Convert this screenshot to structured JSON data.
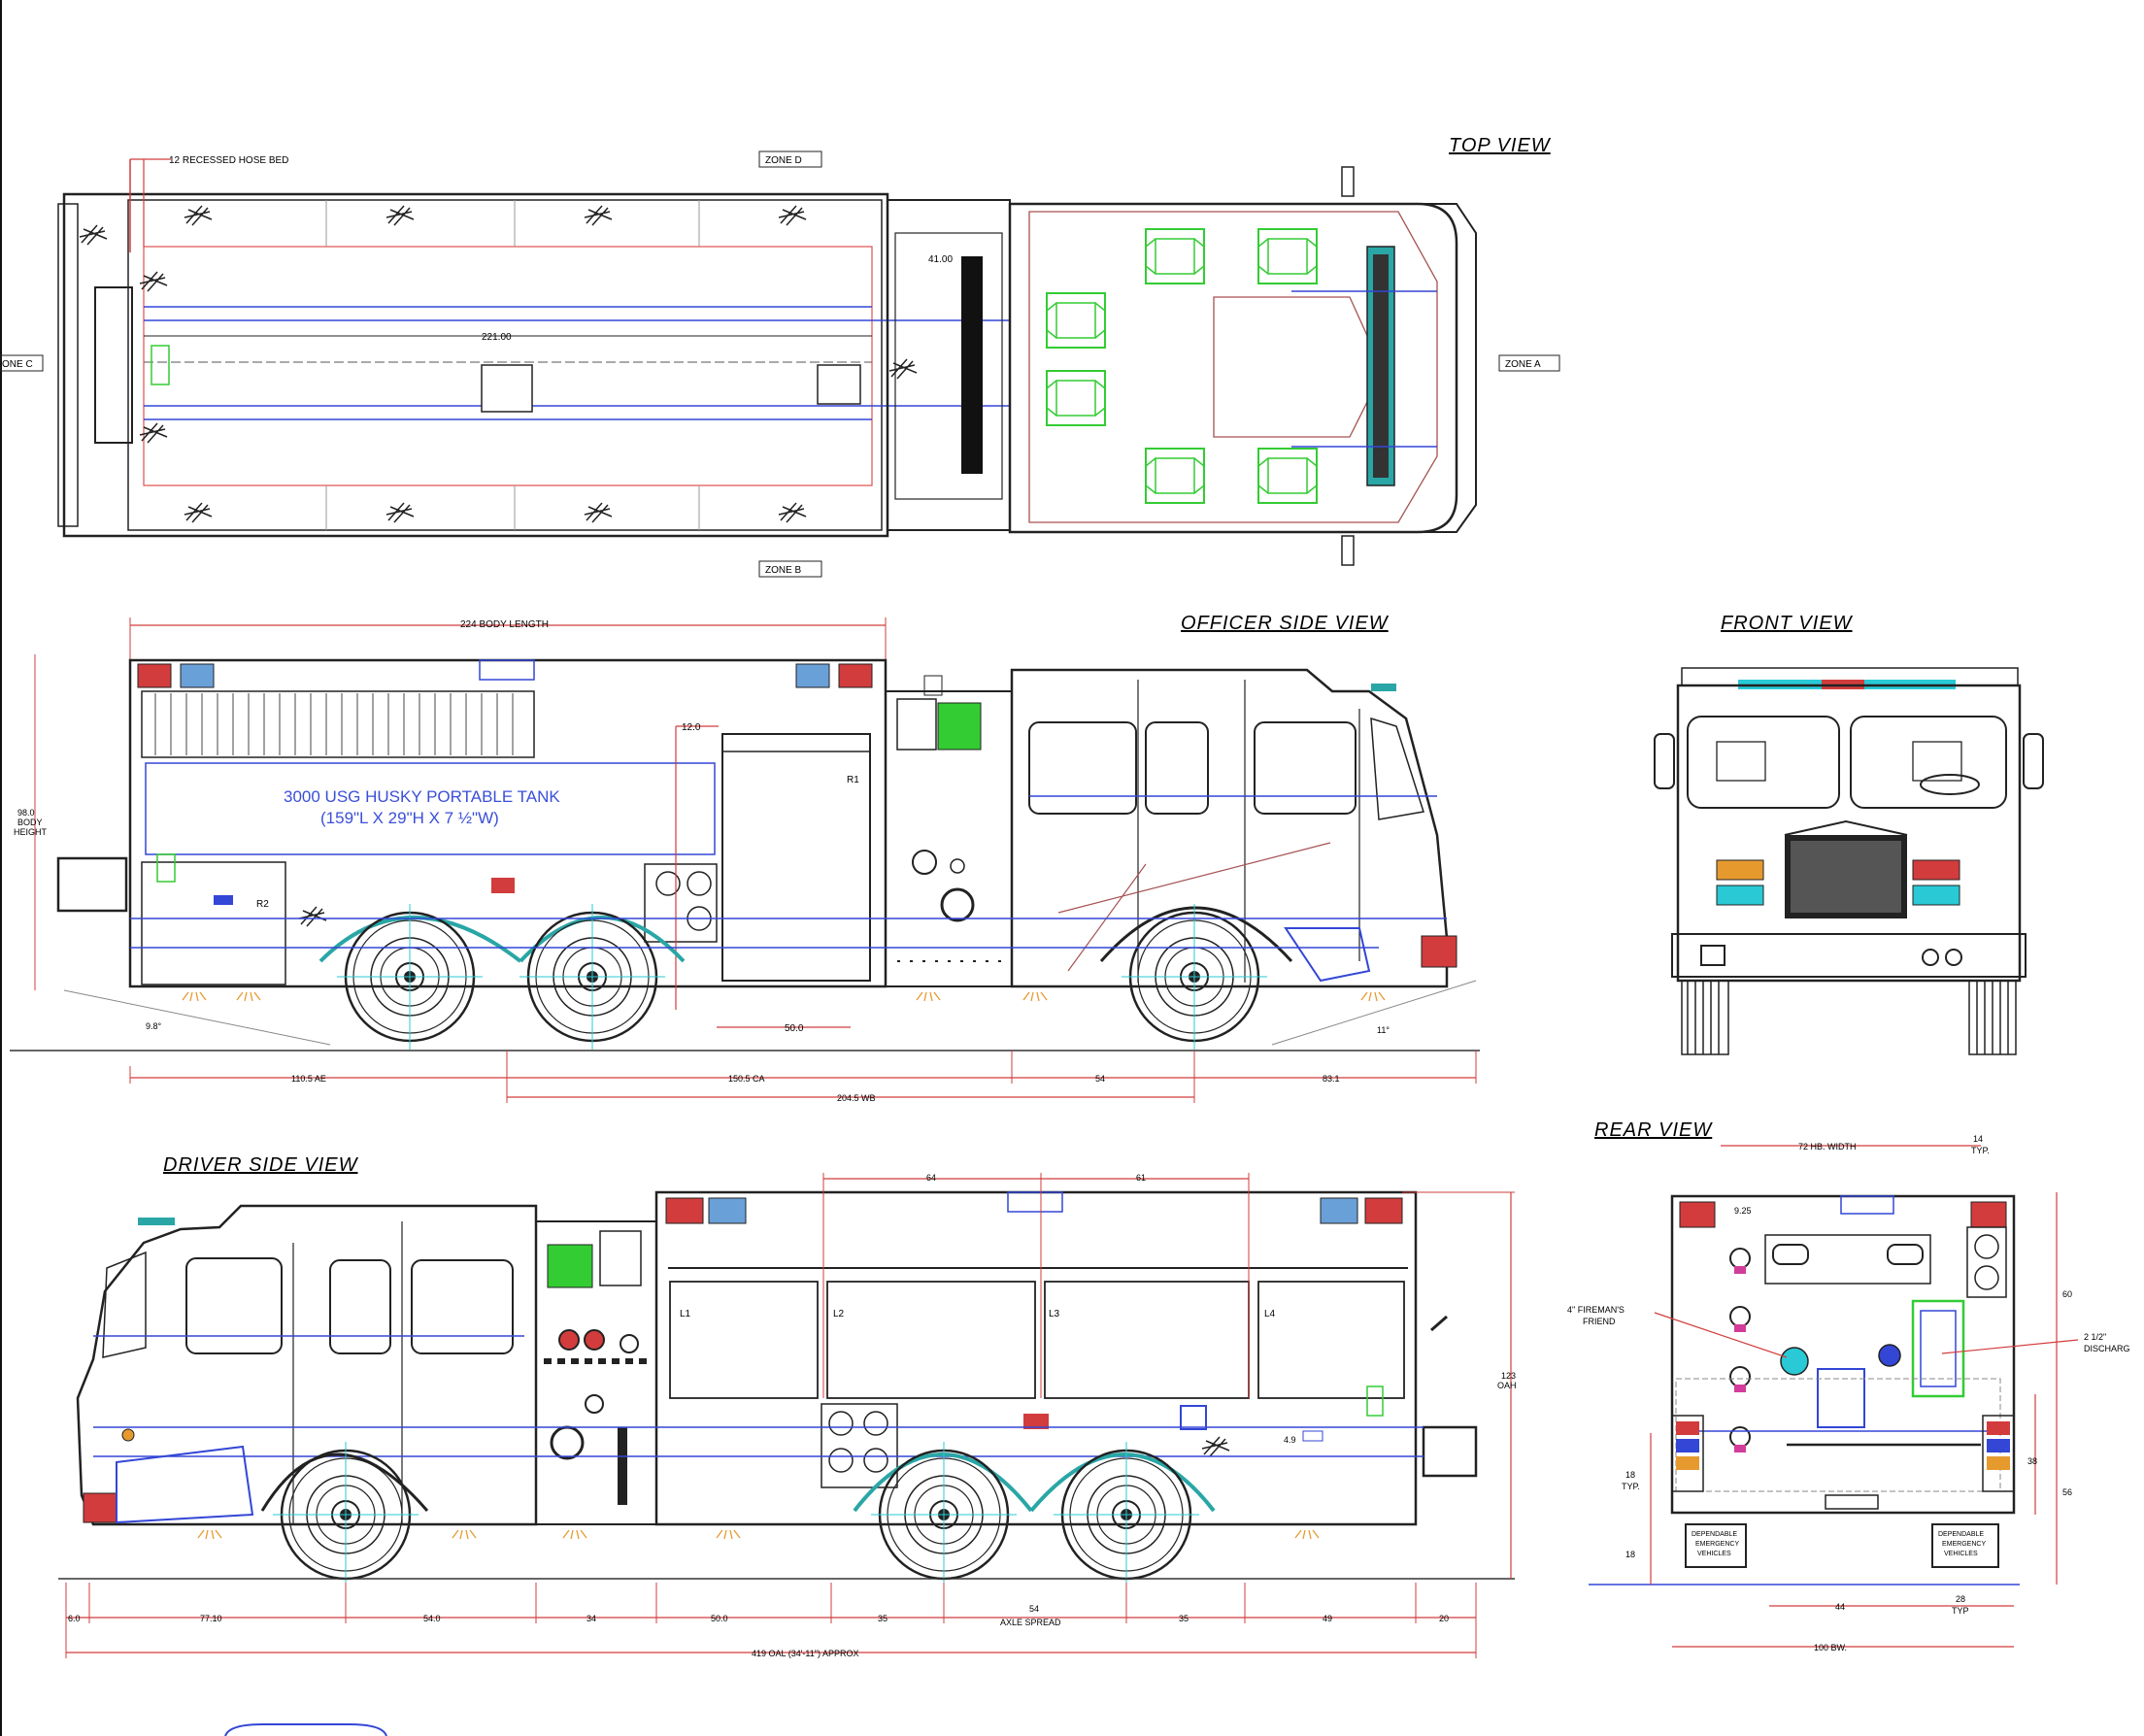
{
  "views": {
    "top": "TOP  VIEW",
    "officer": "OFFICER  SIDE  VIEW",
    "front": "FRONT  VIEW",
    "rear": "REAR  VIEW",
    "driver": "DRIVER  SIDE  VIEW"
  },
  "zones": {
    "a": "ZONE A",
    "b": "ZONE B",
    "c": "ONE C",
    "d": "ZONE D"
  },
  "top_view": {
    "hose_bed": "12 RECESSED HOSE BED",
    "length": "221.00",
    "pump_width": "41.00"
  },
  "officer_side": {
    "body_length": "224 BODY LENGTH",
    "body_height_value": "98.0",
    "body_height_l1": "BODY",
    "body_height_l2": "HEIGHT",
    "tank_l1": "3000 USG HUSKY PORTABLE TANK",
    "tank_l2": "(159\"L X 29\"H X 7 ½\"W)",
    "dim_12": "12.0",
    "dim_50": "50.0",
    "angle_rear": "9.8°",
    "angle_front": "11°",
    "ae": "110.5 AE",
    "ca": "150.5 CA",
    "wb": "204.5 WB",
    "d54": "54",
    "d83": "83.1",
    "comp_r1": "R1",
    "comp_r2": "R2"
  },
  "driver_side": {
    "d64": "64",
    "d61": "61",
    "oah_value": "123",
    "oah_label": "OAH",
    "d49": "4.9",
    "comps": [
      "L1",
      "L2",
      "L3",
      "L4"
    ],
    "b6": "6.0",
    "b77": "77.10",
    "b54": "54.0",
    "b34": "34",
    "b50": "50.0",
    "b35a": "35",
    "axle_value": "54",
    "axle_label": "AXLE SPREAD",
    "b35b": "35",
    "b49": "49",
    "b20": "20",
    "oal": "419 OAL (34'-11\") APPROX"
  },
  "rear_view": {
    "hb_width": "72  HB.  WIDTH",
    "typ14_value": "14",
    "typ14_label": "TYP.",
    "d925": "9.25",
    "fireman_l1": "4\" FIREMAN'S",
    "fireman_l2": "FRIEND",
    "discharge_l1": "2 1/2\"",
    "discharge_l2": "DISCHARG",
    "d60": "60",
    "d38": "38",
    "d56": "56",
    "d18typ_value": "18",
    "d18typ_label": "TYP.",
    "d18": "18",
    "d44": "44",
    "d28_value": "28",
    "d28_label": "TYP",
    "bw": "100  BW.",
    "mudflap_l1": "DEPENDABLE",
    "mudflap_l2": "EMERGENCY",
    "mudflap_l3": "VEHICLES"
  },
  "colors": {
    "line": "#222222",
    "red": "#d23c3c",
    "blue": "#3346d6",
    "green": "#33cc33",
    "cyan": "#29c9d6",
    "teal": "#2aa6a6",
    "brown": "#a65252"
  }
}
